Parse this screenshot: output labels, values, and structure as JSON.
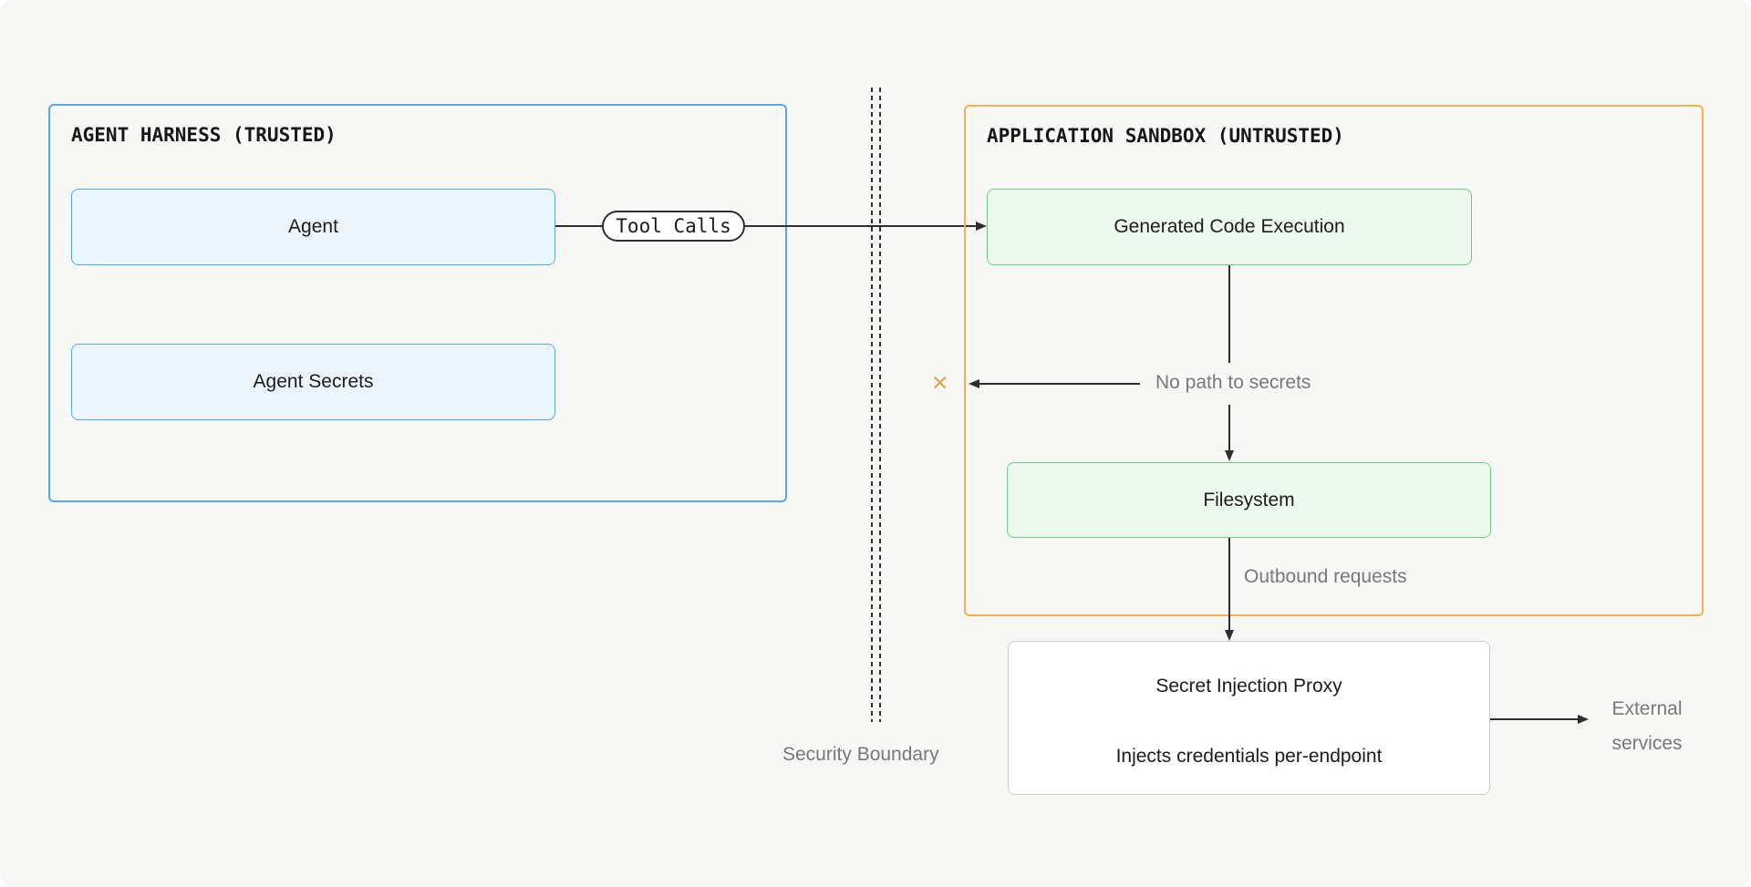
{
  "harness": {
    "title": "AGENT HARNESS (TRUSTED)",
    "nodes": [
      {
        "label": "Agent"
      },
      {
        "label": "Agent Secrets"
      }
    ]
  },
  "sandbox": {
    "title": "APPLICATION SANDBOX (UNTRUSTED)",
    "nodes": [
      {
        "label": "Generated Code Execution"
      },
      {
        "label": "Filesystem"
      }
    ]
  },
  "connector": {
    "label": "Tool Calls"
  },
  "boundary": {
    "label": "Security Boundary"
  },
  "flow": {
    "no_path_label": "No path to secrets",
    "blocked_mark": "✕",
    "outbound_label": "Outbound requests"
  },
  "proxy": {
    "title": "Secret Injection Proxy",
    "subtitle": "Injects credentials per-endpoint"
  },
  "external": {
    "line1": "External",
    "line2": "services"
  },
  "colors": {
    "background": "#f7f7f6",
    "trusted_border": "#58a8ec",
    "trusted_fill": "#ecf4fc",
    "untrusted_border": "#f2b24f",
    "safe_node_border": "#6ed07e",
    "safe_node_fill": "#edf8ee",
    "line": "#2d2d2d",
    "muted_text": "#787878",
    "blocked_mark": "#e8a54a"
  }
}
